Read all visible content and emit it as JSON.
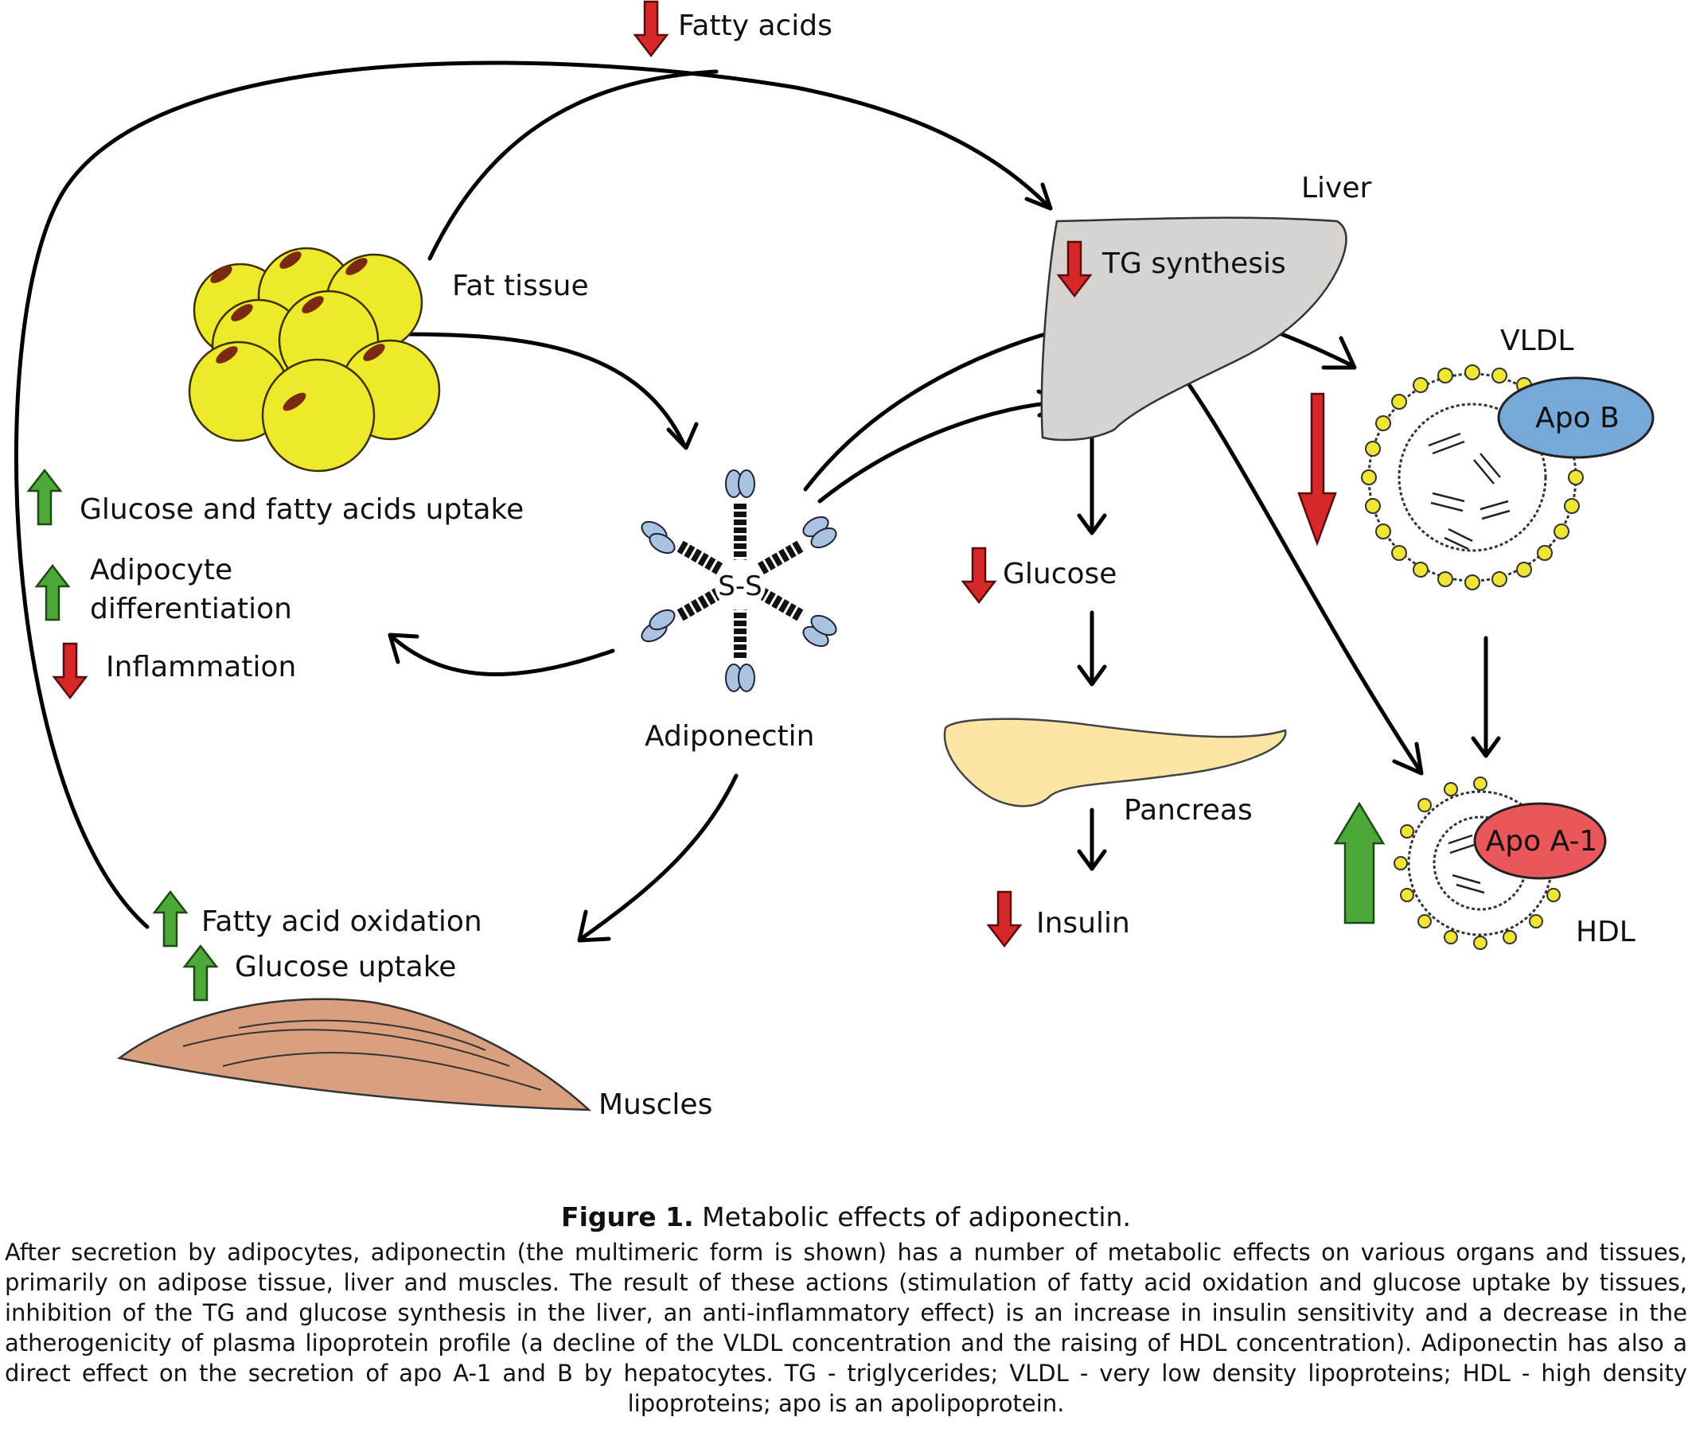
{
  "labels": {
    "fatty_acids": "Fatty acids",
    "liver": "Liver",
    "tg_synthesis": "TG synthesis",
    "fat_tissue": "Fat tissue",
    "vldl": "VLDL",
    "apo_b": "Apo B",
    "glucose_fa_uptake": "Glucose and fatty acids uptake",
    "adipocyte_line1": "Adipocyte",
    "adipocyte_line2": "differentiation",
    "inflammation": "Inflammation",
    "ss": "S-S",
    "glucose": "Glucose",
    "adiponectin": "Adiponectin",
    "pancreas": "Pancreas",
    "apo_a1": "Apo A-1",
    "insulin": "Insulin",
    "hdl": "HDL",
    "fatty_acid_oxidation": "Fatty acid oxidation",
    "glucose_uptake": "Glucose uptake",
    "muscles": "Muscles"
  },
  "caption": {
    "title_bold": "Figure 1.",
    "title_rest": "Metabolic effects of adiponectin.",
    "body": "After secretion by adipocytes, adiponectin (the multimeric form is shown) has a number of metabolic effects on various organs and tissues, primarily on adipose tissue, liver and muscles. The result of these actions (stimulation of fatty acid oxidation and glucose uptake by tissues, inhibition of the TG and glucose synthesis in the liver, an anti-inflammatory effect) is an increase in insulin sensitivity and a decrease in the atherogenicity of plasma lipoprotein profile (a decline of the VLDL concentration and the raising of HDL concentration). Adiponectin has also a direct effect on the secretion of apo A-1 and B by hepatocytes. TG - triglycerides; VLDL - very low density lipoproteins; HDL - high density lipoproteins; apo is an apolipoprotein."
  },
  "colors": {
    "up_arrow": "#4da83a",
    "down_arrow": "#d62828",
    "fat_cell": "#ecea2a",
    "fat_nucleus": "#7a2a10",
    "liver": "#d6d3d0",
    "pancreas": "#fbe6a6",
    "muscle": "#d9a07f",
    "apo_b": "#76a9d8",
    "apo_a1": "#e9575b",
    "lipid_head": "#efe633",
    "adiponectin_globule": "#a9c4e3"
  }
}
